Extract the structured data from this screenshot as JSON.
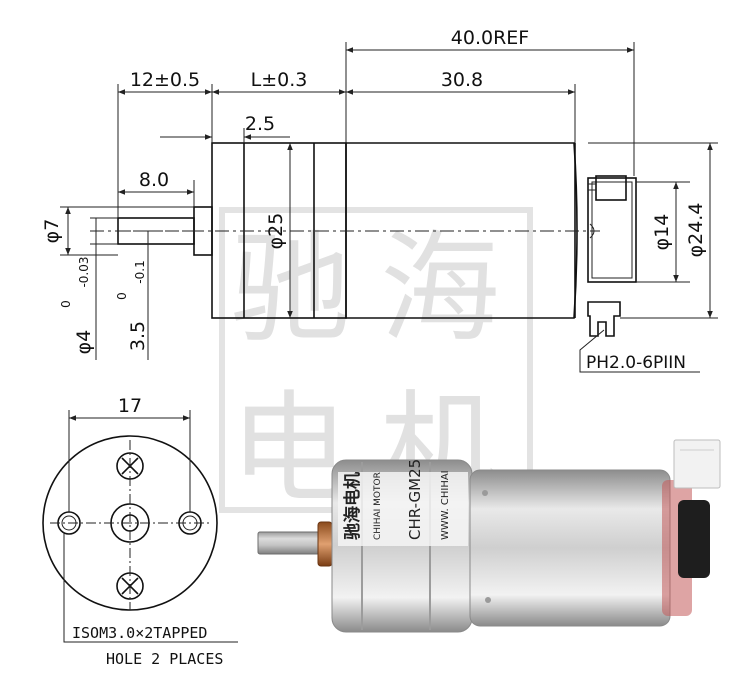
{
  "watermark": {
    "characters": [
      "驰",
      "海",
      "电",
      "机"
    ]
  },
  "side_view": {
    "dims": {
      "overall_ref": "40.0REF",
      "shaft_length": "12±0.5",
      "gearbox_length": "L±0.3",
      "motor_length": "30.8",
      "flange": "2.5",
      "shaft_flat": "8.0",
      "shaft_dia_outer": "φ7",
      "body_dia": "φ25",
      "bearing_dia": "φ14",
      "end_dia": "φ24.4",
      "shaft_dia": "φ4",
      "shaft_dia_tol_upper": "0",
      "shaft_dia_tol_lower": "-0.03",
      "flat_dim": "3.5",
      "flat_tol_upper": "0",
      "flat_tol_lower": "-0.1"
    },
    "connector_label": "PH2.0-6PIIN"
  },
  "front_view": {
    "hole_spacing": "17",
    "note_line1": "ISOM3.0×2TAPPED",
    "note_line2": "HOLE 2 PLACES"
  },
  "photo": {
    "brand_text": "驰海电机",
    "brand_sub": "CHIHAI MOTOR",
    "model_text": "CHR-GM25",
    "website_text": "WWW. CHIHAI"
  },
  "colors": {
    "metal_light": "#e4e4e4",
    "metal_dark": "#9a9a9a",
    "copper": "#b5652a",
    "connector": "#f2f2f2",
    "encoder": "#1e1e1e"
  }
}
